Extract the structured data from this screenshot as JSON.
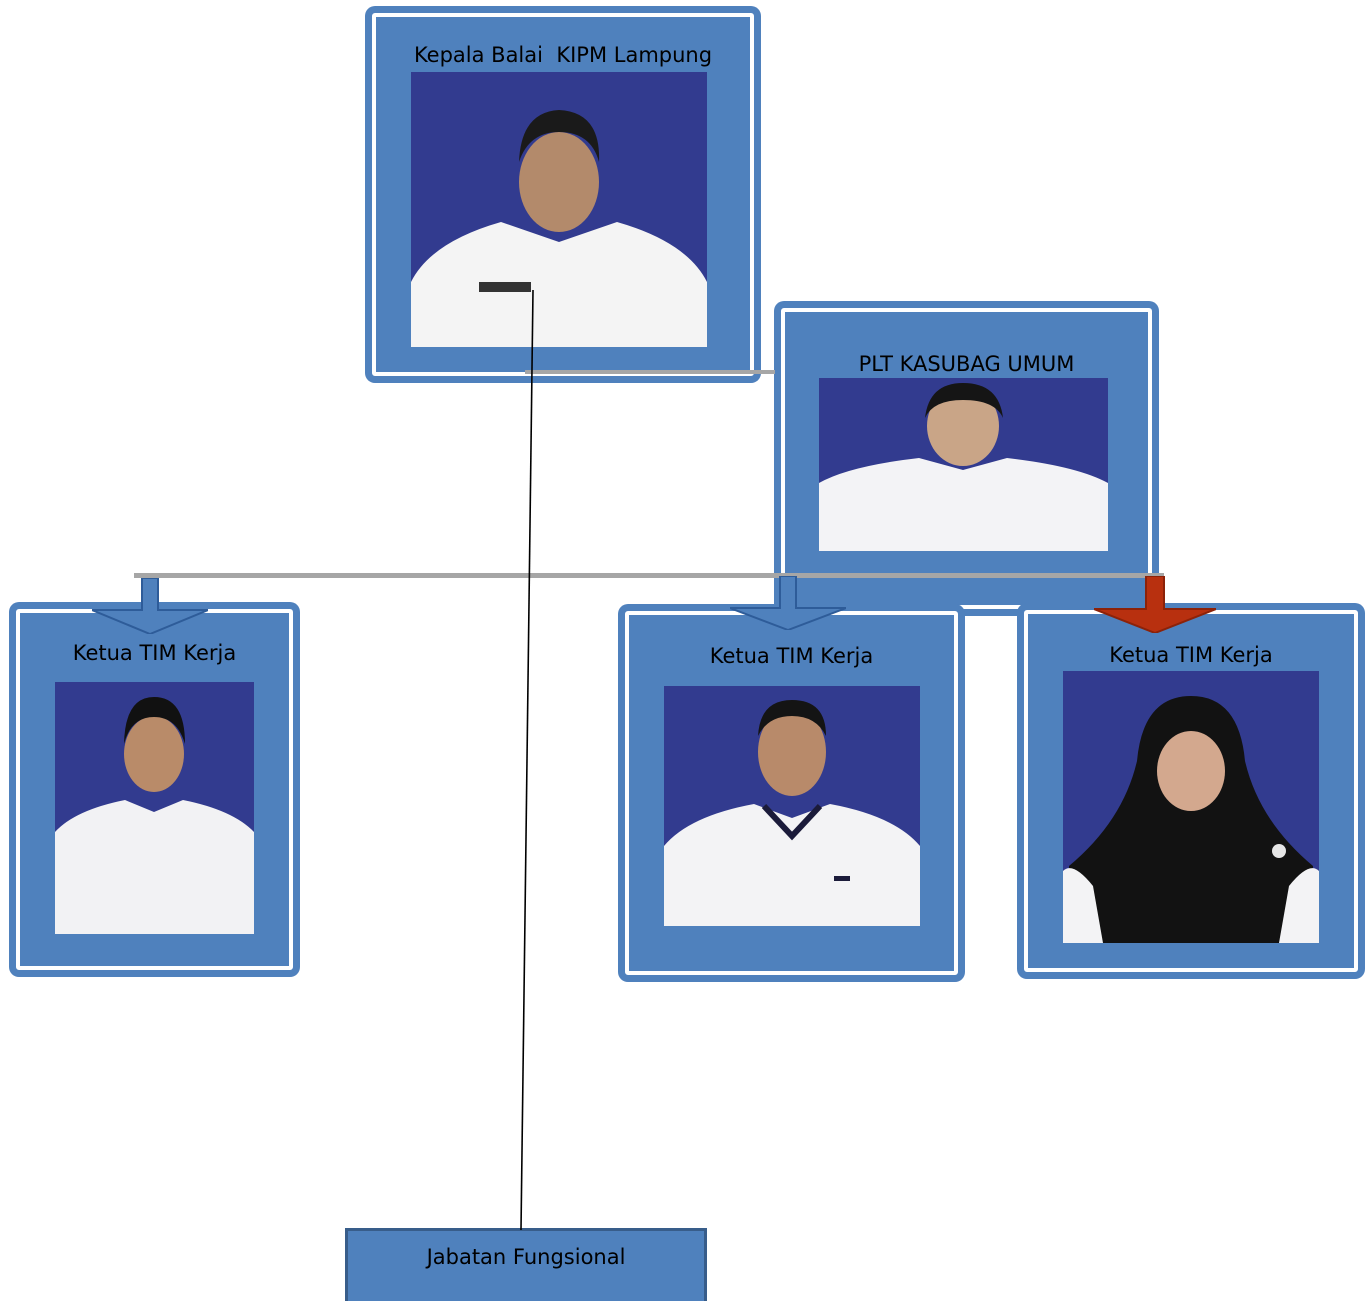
{
  "nodes": {
    "kepala": {
      "title": "Kepala Balai  KIPM Lampung",
      "photo_icon": "person-photo-icon"
    },
    "kasubag": {
      "title": "PLT KASUBAG UMUM",
      "photo_icon": "person-photo-icon"
    },
    "tim_left": {
      "title": "Ketua TIM Kerja",
      "photo_icon": "person-photo-icon"
    },
    "tim_mid": {
      "title": "Ketua TIM Kerja",
      "photo_icon": "person-photo-icon"
    },
    "tim_right": {
      "title": "Ketua TIM Kerja",
      "photo_icon": "person-photo-icon"
    },
    "fungsional": {
      "title": "Jabatan Fungsional"
    }
  },
  "colors": {
    "box_fill": "#4f81bd",
    "box_inner_border": "#ffffff",
    "photo_background": "#323b8f",
    "connector": "#a6a6a6",
    "arrow_blue": "#4f81bd",
    "arrow_red": "#b8300f",
    "line": "#000000"
  }
}
